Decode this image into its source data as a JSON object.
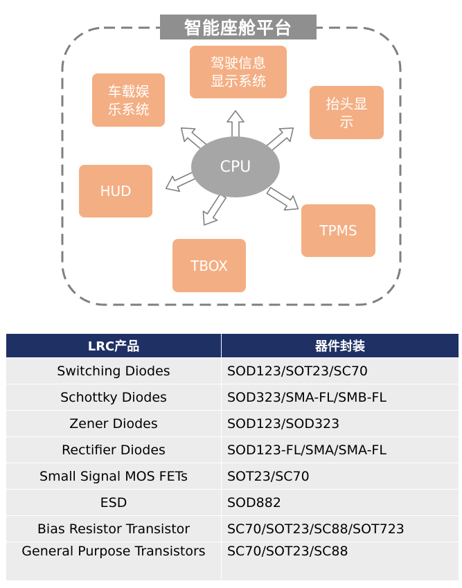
{
  "platform": {
    "title": "智能座舱平台",
    "center": "CPU",
    "nodes": {
      "driving": "驾驶信息\n显示系统",
      "infotainment": "车载娱\n乐系统",
      "hud_display": "抬头显\n示",
      "hud": "HUD",
      "tpms": "TPMS",
      "tbox": "TBOX"
    }
  },
  "colors": {
    "node": "#f4ae83",
    "cpu": "#a6a6a6",
    "title": "#8f8f8f",
    "table_header": "#1f3164",
    "table_row": "#ececec"
  },
  "table": {
    "headers": [
      "LRC产品",
      "器件封装"
    ],
    "rows": [
      [
        "Switching Diodes",
        "SOD123/SOT23/SC70"
      ],
      [
        "Schottky Diodes",
        "SOD323/SMA-FL/SMB-FL"
      ],
      [
        "Zener Diodes",
        "SOD123/SOD323"
      ],
      [
        "Rectifier Diodes",
        "SOD123-FL/SMA/SMA-FL"
      ],
      [
        "Small Signal MOS FETs",
        "SOT23/SC70"
      ],
      [
        "ESD",
        "SOD882"
      ],
      [
        "Bias Resistor Transistor",
        "SC70/SOT23/SC88/SOT723"
      ],
      [
        "General Purpose Transistors",
        "SC70/SOT23/SC88"
      ]
    ]
  }
}
